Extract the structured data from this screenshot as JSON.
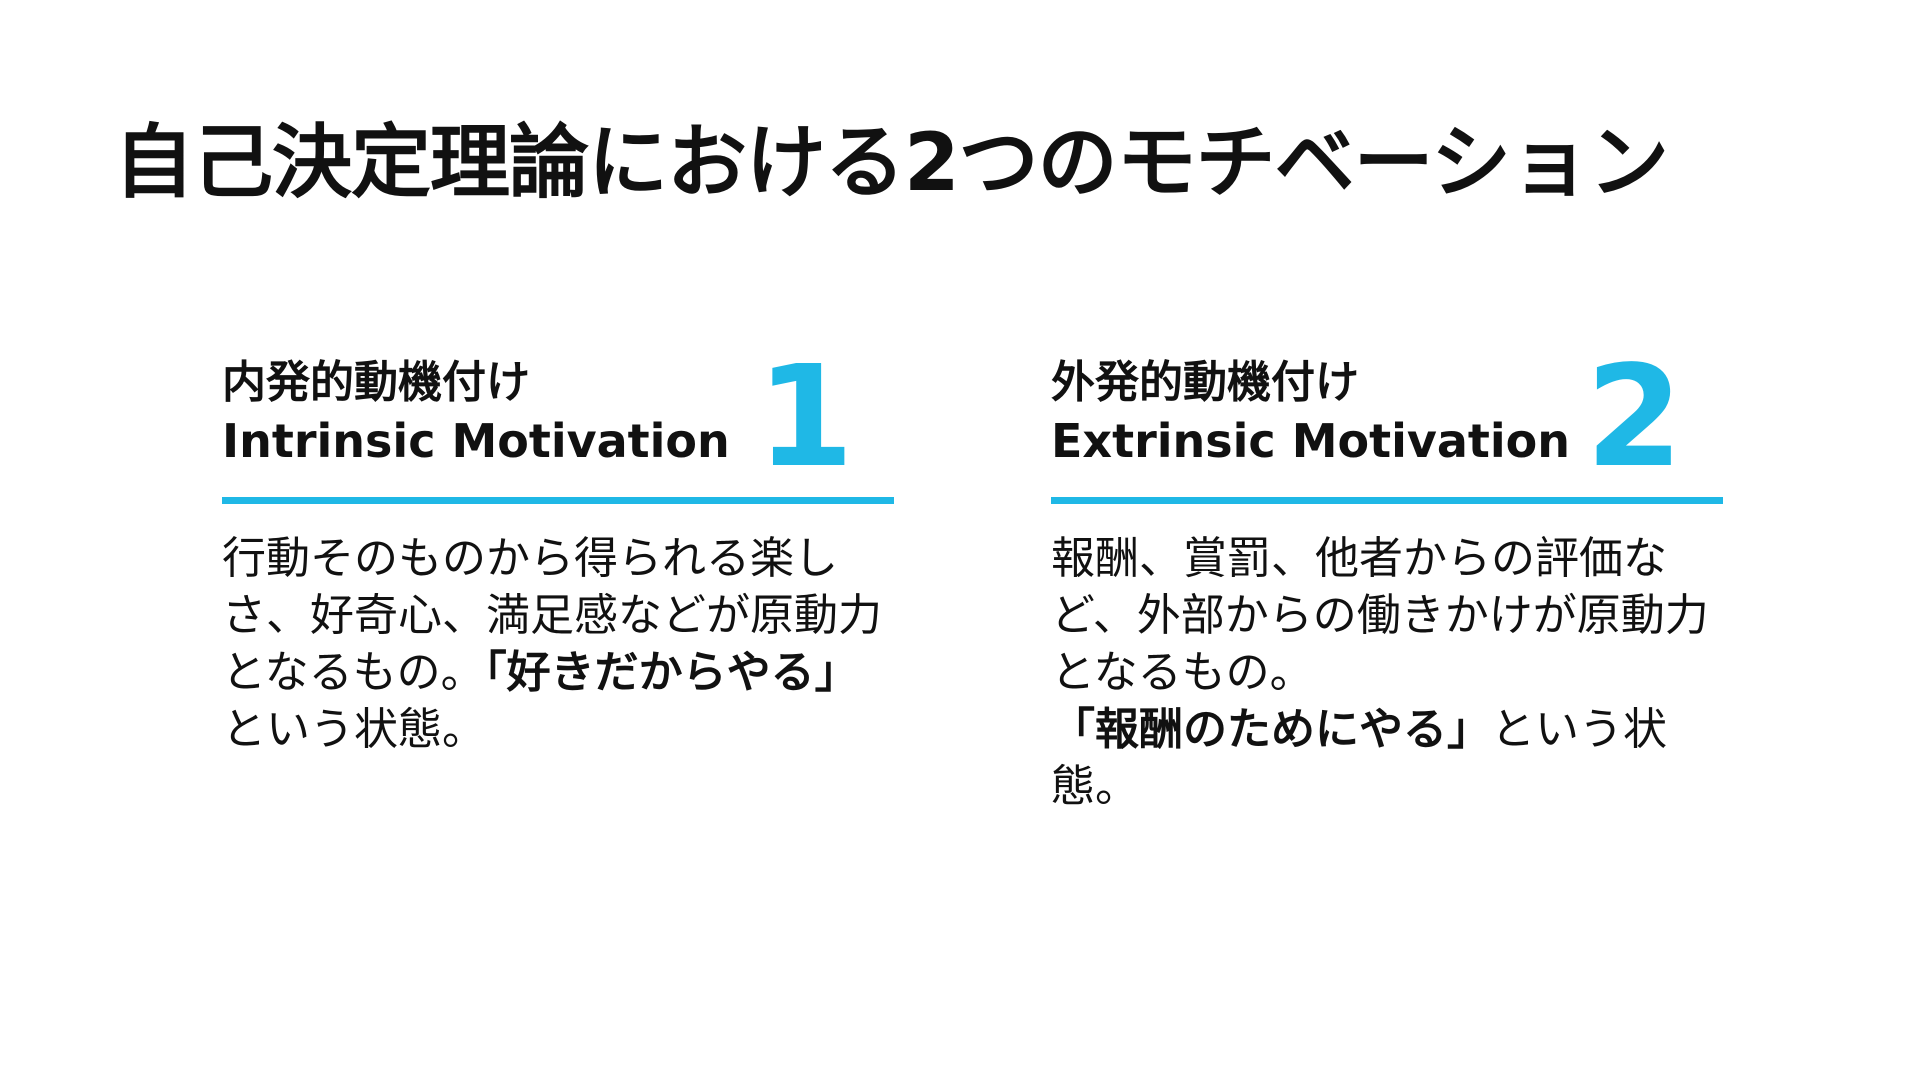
{
  "slide": {
    "title": "自己決定理論における2つのモチベーション"
  },
  "cards": [
    {
      "title_jp": "内発的動機付け",
      "title_en": "Intrinsic Motivation",
      "number": "1",
      "body_pre": "行動そのものから得られる楽しさ、好奇心、満足感などが原動力となるもの。",
      "body_bold": "「好きだからやる」",
      "body_post": "という状態。"
    },
    {
      "title_jp": "外発的動機付け",
      "title_en": "Extrinsic Motivation",
      "number": "2",
      "body_pre": "報酬、賞罰、他者からの評価など、外部からの働きかけが原動力となるもの。",
      "body_bold": "「報酬のためにやる」",
      "body_post": "という状態。"
    }
  ],
  "colors": {
    "accent": "#1fb8e6",
    "text": "#111111",
    "background": "#ffffff"
  }
}
